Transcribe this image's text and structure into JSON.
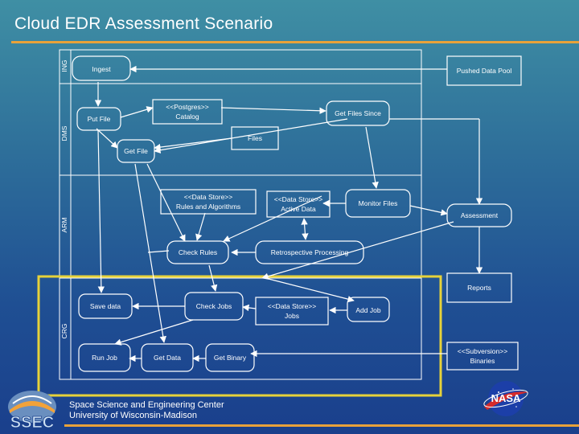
{
  "header": {
    "title": "Cloud EDR Assessment Scenario"
  },
  "lanes": [
    "ING",
    "DMS",
    "ARM",
    "CRG"
  ],
  "nodes": {
    "ingest": "Ingest",
    "pushed_data_pool": "Pushed Data Pool",
    "put_file": "Put File",
    "postgres_catalog": [
      "<<Postgres>>",
      "Catalog"
    ],
    "get_files_since": "Get Files Since",
    "files": "Files",
    "get_file": "Get File",
    "rules_algorithms": [
      "<<Data Store>>",
      "Rules and Algorithms"
    ],
    "active_data": [
      "<<Data Store>>",
      "Active Data"
    ],
    "monitor_files": "Monitor Files",
    "assessment": "Assessment",
    "check_rules": "Check Rules",
    "retrospective_processing": "Retrospective Processing",
    "reports": "Reports",
    "save_data": "Save data",
    "check_jobs": "Check Jobs",
    "jobs_store": [
      "<<Data Store>>",
      "Jobs"
    ],
    "add_job": "Add Job",
    "run_job": "Run Job",
    "get_data": "Get Data",
    "get_binary": "Get Binary",
    "binaries": [
      "<<Subversion>>",
      "Binaries"
    ]
  },
  "footer": {
    "line1": "Space Science and Engineering Center",
    "line2": "University of Wisconsin-Madison"
  },
  "logos": {
    "ssec": "SSEC",
    "nasa": "NASA"
  },
  "colors": {
    "accent_rule": "#e8a23a",
    "highlight_box": "#e6d23a"
  }
}
